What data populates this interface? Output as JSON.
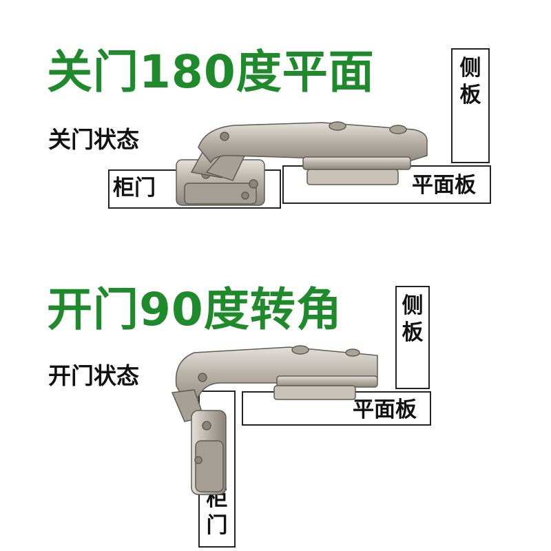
{
  "closed": {
    "headline": "关门180度平面",
    "state": "关门状态",
    "door_label": "柜门",
    "side_label": "侧板",
    "flat_label": "平面板"
  },
  "open": {
    "headline": "开门90度转角",
    "state": "开门状态",
    "door_label": "柜门",
    "side_label": "侧板",
    "flat_label": "平面板"
  },
  "colors": {
    "headline": "#1f8a2c",
    "metal": "#b9b3aa",
    "metal_dark": "#6f6a63"
  }
}
